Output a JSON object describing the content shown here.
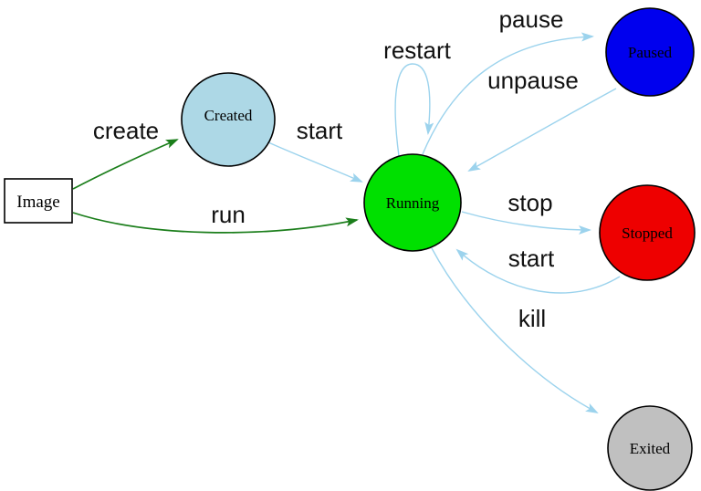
{
  "colors": {
    "edge_green": "#1b7e1b",
    "edge_blue": "#9cd3ed",
    "node_border": "#000000",
    "image_border": "#0000ee",
    "background": "#ffffff"
  },
  "nodes": {
    "image": {
      "label": "Image",
      "shape": "rectangle",
      "fill": "#ffffff",
      "stroke": "#0000ee"
    },
    "created": {
      "label": "Created",
      "shape": "circle",
      "fill": "#add8e6",
      "stroke": "#000000"
    },
    "running": {
      "label": "Running",
      "shape": "circle",
      "fill": "#00e000",
      "stroke": "#000000"
    },
    "paused": {
      "label": "Paused",
      "shape": "circle",
      "fill": "#0000ee",
      "stroke": "#000000"
    },
    "stopped": {
      "label": "Stopped",
      "shape": "circle",
      "fill": "#ee0000",
      "stroke": "#000000"
    },
    "exited": {
      "label": "Exited",
      "shape": "circle",
      "fill": "#c0c0c0",
      "stroke": "#000000"
    }
  },
  "edges": {
    "create": {
      "label": "create",
      "from": "Image",
      "to": "Created",
      "color": "#1b7e1b"
    },
    "run": {
      "label": "run",
      "from": "Image",
      "to": "Running",
      "color": "#1b7e1b"
    },
    "start_created": {
      "label": "start",
      "from": "Created",
      "to": "Running",
      "color": "#9cd3ed"
    },
    "restart": {
      "label": "restart",
      "from": "Running",
      "to": "Running",
      "color": "#9cd3ed"
    },
    "pause": {
      "label": "pause",
      "from": "Running",
      "to": "Paused",
      "color": "#9cd3ed"
    },
    "unpause": {
      "label": "unpause",
      "from": "Paused",
      "to": "Running",
      "color": "#9cd3ed"
    },
    "stop": {
      "label": "stop",
      "from": "Running",
      "to": "Stopped",
      "color": "#9cd3ed"
    },
    "start_stopped": {
      "label": "start",
      "from": "Stopped",
      "to": "Running",
      "color": "#9cd3ed"
    },
    "kill": {
      "label": "kill",
      "from": "Running",
      "to": "Exited",
      "color": "#9cd3ed"
    }
  }
}
